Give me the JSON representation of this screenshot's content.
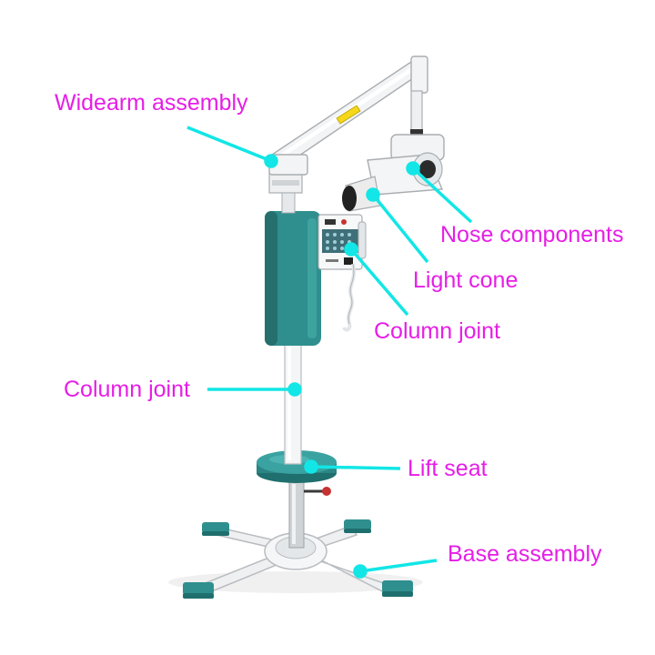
{
  "colors": {
    "label": "#e61ee6",
    "leader": "#12e6e6",
    "teal": "#2f8f8e",
    "teal_dark": "#1f6f6e",
    "metal": "#e9ecee",
    "warning": "#f5d619"
  },
  "labels": {
    "widearm": "Widearm assembly",
    "nose": "Nose components",
    "light_cone": "Light cone",
    "column_joint_upper": "Column joint",
    "column_joint_lower": "Column joint",
    "lift_seat": "Lift seat",
    "base": "Base assembly"
  }
}
